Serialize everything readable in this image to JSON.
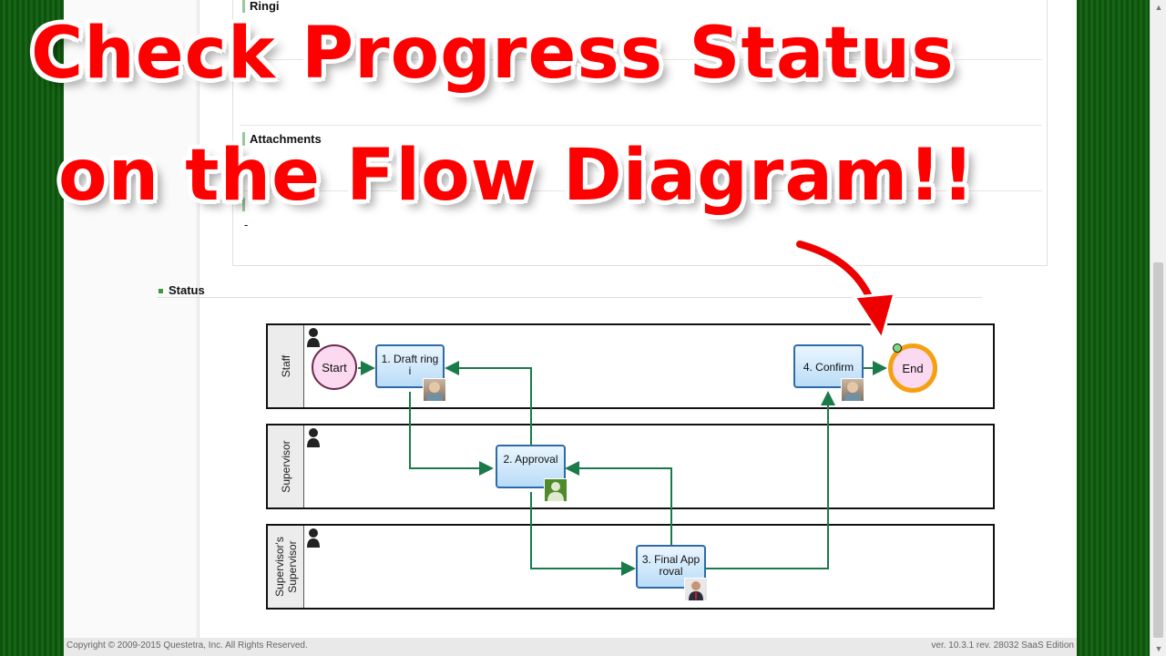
{
  "overlay": {
    "line1": "Check Progress Status",
    "line2": "on the Flow Diagram!!"
  },
  "form": {
    "field1_label": "Ringi",
    "field2_label": "Attachments",
    "field3_value": "-"
  },
  "status": {
    "heading": "Status"
  },
  "lanes": [
    {
      "label": "Staff"
    },
    {
      "label": "Supervisor"
    },
    {
      "label": "Supervisor's Supervisor"
    }
  ],
  "nodes": {
    "start": "Start",
    "task1": "1. Draft ringi",
    "task2": "2. Approval",
    "task3": "3. Final Approval",
    "task4": "4. Confirm",
    "end": "End"
  },
  "footer": {
    "copyright": "Copyright © 2009-2015 Questetra, Inc. All Rights Reserved.",
    "version": "ver. 10.3.1 rev. 28032 SaaS Edition"
  },
  "colors": {
    "title_red": "#ff0000",
    "active_ring": "#f4a010",
    "flow_line": "#1a7a4a",
    "task_border": "#2e6aa8"
  }
}
